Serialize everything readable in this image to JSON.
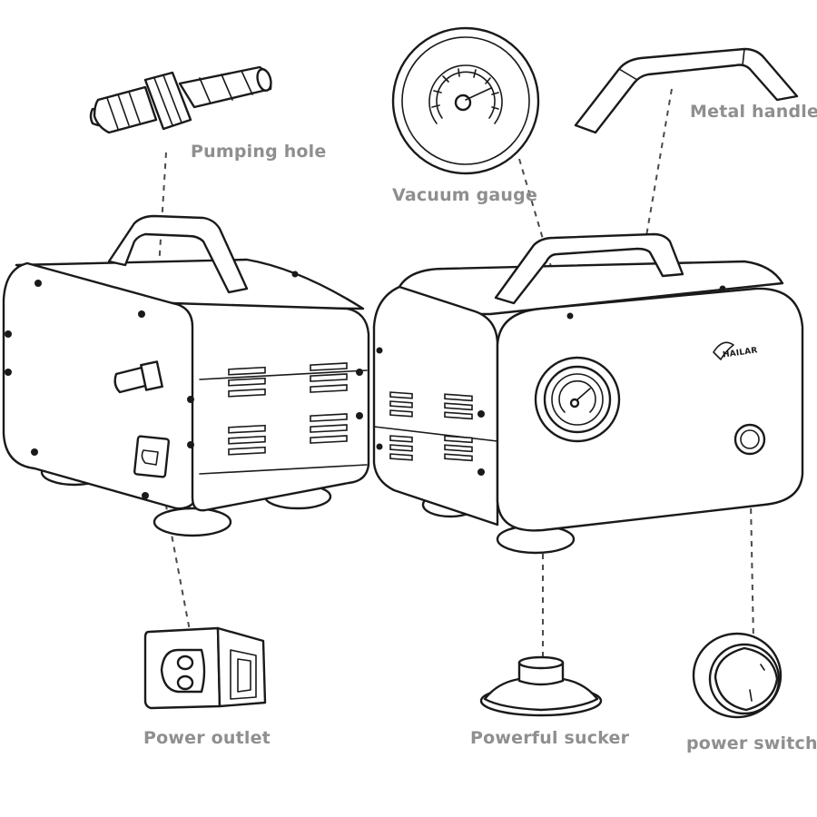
{
  "diagram": {
    "labels": {
      "pumping_hole": "Pumping hole",
      "vacuum_gauge": "Vacuum gauge",
      "metal_handle": "Metal handle",
      "power_outlet": "Power outlet",
      "powerful_sucker": "Powerful sucker",
      "power_switch": "power switch"
    },
    "brand_mark": "HAILAR"
  }
}
